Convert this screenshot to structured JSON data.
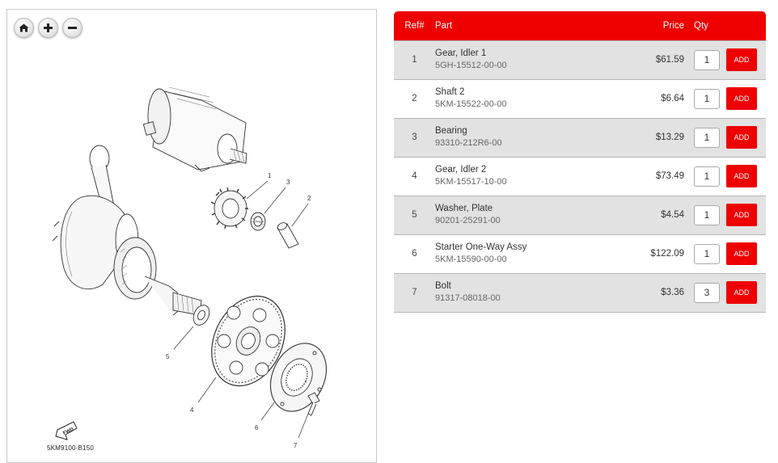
{
  "diagram": {
    "code": "5KM9100-B150",
    "fwd_label": "FWD",
    "callouts": [
      "1",
      "2",
      "3",
      "4",
      "5",
      "6",
      "7"
    ],
    "controls": [
      {
        "name": "home-zoom-button",
        "icon": "home-icon"
      },
      {
        "name": "zoom-in-button",
        "icon": "plus-icon"
      },
      {
        "name": "zoom-out-button",
        "icon": "minus-icon"
      }
    ]
  },
  "table": {
    "headers": {
      "ref": "Ref#",
      "part": "Part",
      "price": "Price",
      "qty": "Qty"
    },
    "add_label": "ADD",
    "rows": [
      {
        "ref": "1",
        "name": "Gear, Idler 1",
        "number": "5GH-15512-00-00",
        "price": "$61.59",
        "qty": "1"
      },
      {
        "ref": "2",
        "name": "Shaft 2",
        "number": "5KM-15522-00-00",
        "price": "$6.64",
        "qty": "1"
      },
      {
        "ref": "3",
        "name": "Bearing",
        "number": "93310-212R6-00",
        "price": "$13.29",
        "qty": "1"
      },
      {
        "ref": "4",
        "name": "Gear, Idler 2",
        "number": "5KM-15517-10-00",
        "price": "$73.49",
        "qty": "1"
      },
      {
        "ref": "5",
        "name": "Washer, Plate",
        "number": "90201-25291-00",
        "price": "$4.54",
        "qty": "1"
      },
      {
        "ref": "6",
        "name": "Starter One-Way Assy",
        "number": "5KM-15590-00-00",
        "price": "$122.09",
        "qty": "1"
      },
      {
        "ref": "7",
        "name": "Bolt",
        "number": "91317-08018-00",
        "price": "$3.36",
        "qty": "3"
      }
    ]
  },
  "colors": {
    "accent": "#ee0000",
    "row_alt": "#e2e2e2"
  }
}
